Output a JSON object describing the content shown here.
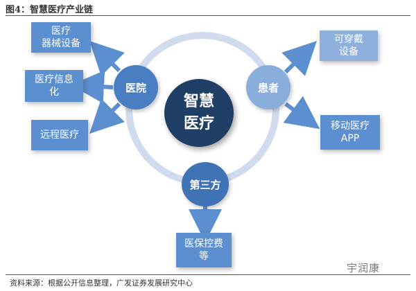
{
  "figure_title": "图4：智慧医疗产业链",
  "center": {
    "line1": "智慧",
    "line2": "医疗"
  },
  "nodes": {
    "hospital": "医院",
    "patient": "患者",
    "third_party": "第三方"
  },
  "hospital_boxes": [
    {
      "line1": "医疗",
      "line2": "器械设备"
    },
    {
      "line1": "医疗信息",
      "line2": "化"
    },
    {
      "line1": "远程医疗",
      "line2": ""
    }
  ],
  "patient_boxes": [
    {
      "line1": "可穿戴",
      "line2": "设备"
    },
    {
      "line1": "移动医疗",
      "line2": "APP"
    }
  ],
  "third_party_box": {
    "line1": "医保控费",
    "line2": "等"
  },
  "source": "资料来源：根据公开信息整理，广发证券发展研究中心",
  "watermark": "宇润康",
  "colors": {
    "box": "#5b8fcf",
    "box_light": "#8fb0dd",
    "center": "#1f3f66",
    "ring": "#d0dced",
    "arrow": "#5b8fcf"
  }
}
